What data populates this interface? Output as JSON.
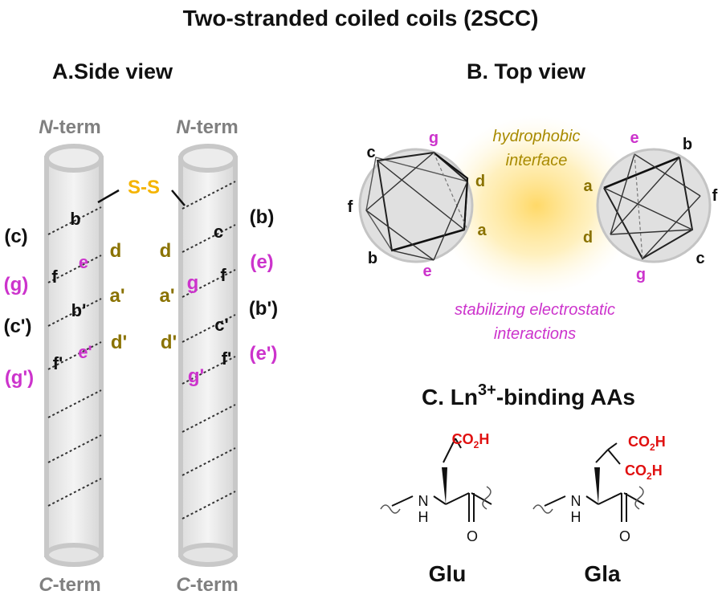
{
  "title": "Two-stranded coiled coils (2SCC)",
  "panelA": {
    "heading": "A.Side view",
    "n_term_prefix": "N",
    "n_term_suffix": "-term",
    "c_term_prefix": "C",
    "c_term_suffix": "-term",
    "disulfide": "S-S",
    "left_outer": [
      "(c)",
      "(g)",
      "(c')",
      "(g')"
    ],
    "right_outer": [
      "(b)",
      "(e)",
      "(b')",
      "(e')"
    ],
    "left_helix": [
      "b",
      "f",
      "e",
      "b'",
      "f'",
      "e'"
    ],
    "right_helix": [
      "c",
      "g",
      "f",
      "c'",
      "g'",
      "f'"
    ],
    "center_left": [
      "d",
      "a'",
      "d'"
    ],
    "center_right": [
      "d",
      "a'",
      "d'"
    ]
  },
  "panelB": {
    "heading": "B. Top view",
    "hydrophobic_line1": "hydrophobic",
    "hydrophobic_line2": "interface",
    "electro_line1": "stabilizing electrostatic",
    "electro_line2": "interactions",
    "left_wheel": {
      "g": "g",
      "c": "c",
      "d": "d",
      "f": "f",
      "a": "a",
      "b": "b",
      "e": "e"
    },
    "right_wheel": {
      "e": "e",
      "b": "b",
      "a": "a",
      "f": "f",
      "d": "d",
      "c": "c",
      "g": "g"
    }
  },
  "panelC": {
    "heading_prefix": "C. Ln",
    "heading_sup": "3+",
    "heading_suffix": "-binding AAs",
    "glu": {
      "name": "Glu",
      "group": "CO",
      "sub": "2",
      "h": "H",
      "nh_n": "N",
      "nh_h": "H",
      "o": "O"
    },
    "gla": {
      "name": "Gla",
      "group1": "CO",
      "sub1": "2",
      "h1": "H",
      "group2": "CO",
      "sub2": "2",
      "h2": "H",
      "nh_n": "N",
      "nh_h": "H",
      "o": "O"
    }
  }
}
